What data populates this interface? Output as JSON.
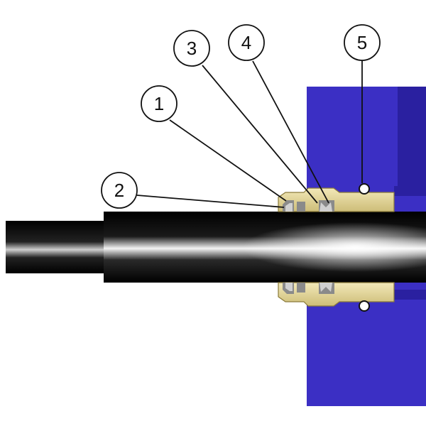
{
  "colors": {
    "housing": "#3b2fc4",
    "housing_shadow": "#2a20a0",
    "pipe_dark": "#050505",
    "pipe_highlight": "#f4f4f4",
    "gland": "#e3d69a",
    "gland_edge": "#8a7a3a",
    "seal": "#8a8a8a",
    "seal_light": "#d0d0d0",
    "leader": "#111111"
  },
  "callouts": [
    {
      "id": "1",
      "label": "1"
    },
    {
      "id": "2",
      "label": "2"
    },
    {
      "id": "3",
      "label": "3"
    },
    {
      "id": "4",
      "label": "4"
    },
    {
      "id": "5",
      "label": "5"
    }
  ]
}
